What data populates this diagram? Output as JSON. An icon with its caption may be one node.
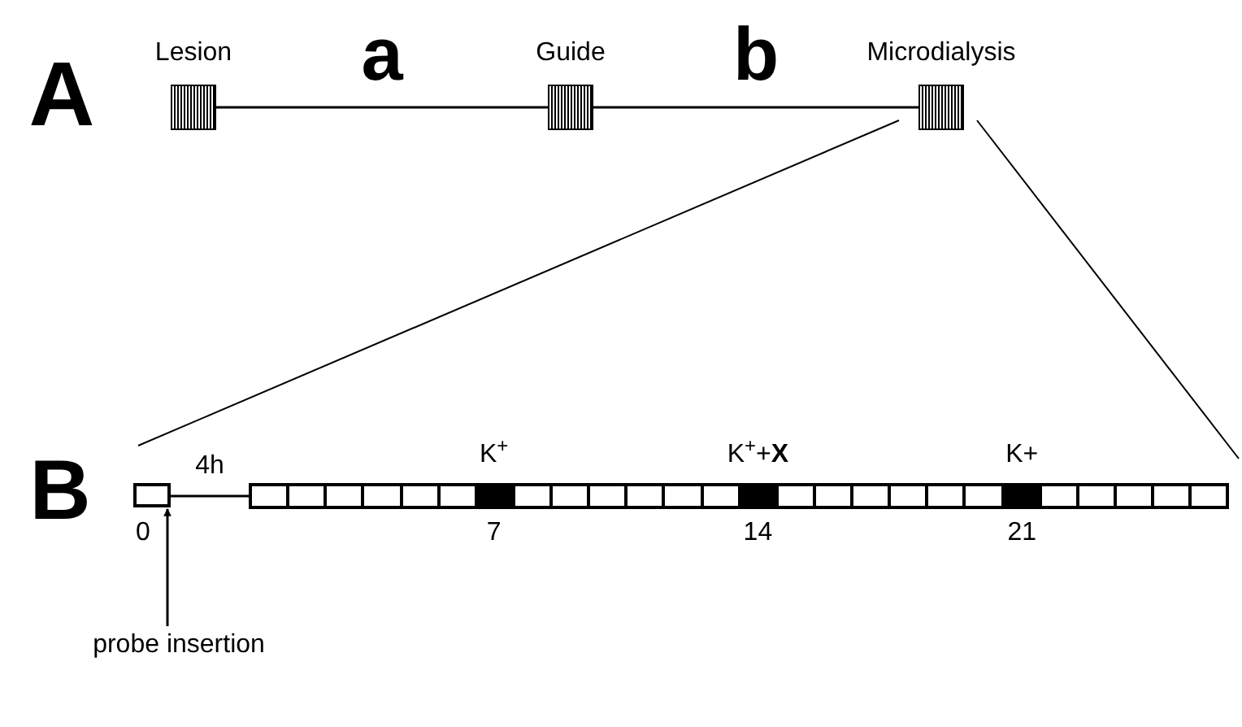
{
  "diagram": {
    "nodes": [
      {
        "text": [
          "Lesion"
        ]
      },
      {
        "text": [
          "Guide"
        ]
      },
      {
        "text": [
          "Microdialysis"
        ]
      },
      {
        "text": [],
        "shape": "box",
        "beside": [
          "0"
        ]
      },
      {
        "text": [],
        "shape": "bar",
        "beside": [
          "K$^{+}$",
          "K$^{+}$+**X**",
          "K+",
          "7",
          "14",
          "21"
        ]
      },
      {
        "text": [
          "probe insertion"
        ]
      }
    ],
    "edges": [
      {
        "from": 0,
        "to": 1,
        "arrow": "none",
        "label": "a"
      },
      {
        "from": 1,
        "to": 2,
        "arrow": "none",
        "label": "b"
      },
      {
        "from": 3,
        "to": 4,
        "arrow": "none",
        "label": "4h"
      },
      {
        "from": 5,
        "to": 3,
        "arrow": "to"
      }
    ],
    "labels": [
      "A",
      "B"
    ]
  }
}
